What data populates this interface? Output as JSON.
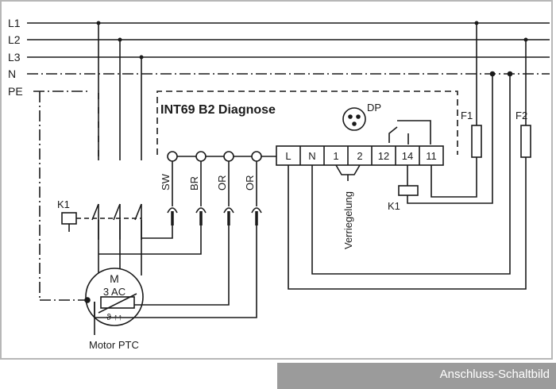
{
  "diagram": {
    "lines": [
      "L1",
      "L2",
      "L3",
      "N",
      "PE"
    ],
    "device_name": "INT69 B2 Diagnose",
    "dp_label": "DP",
    "wire_labels": [
      "SW",
      "BR",
      "OR",
      "OR"
    ],
    "terminals": [
      "L",
      "N",
      "1",
      "2",
      "12",
      "14",
      "11"
    ],
    "lock_label": "Verriegelung",
    "fuses": [
      "F1",
      "F2"
    ],
    "contactor_label": "K1",
    "coil_label": "K1",
    "motor_letter": "M",
    "motor_type": "3 AC",
    "ptc_symbol": "ϑ ↑↑",
    "motor_caption": "Motor PTC"
  },
  "caption": "Anschluss-Schaltbild",
  "colors": {
    "line": "#1a1a1a",
    "frame": "#b7b7b7",
    "caption_bg": "#9b9b9b",
    "caption_text": "#ffffff"
  }
}
